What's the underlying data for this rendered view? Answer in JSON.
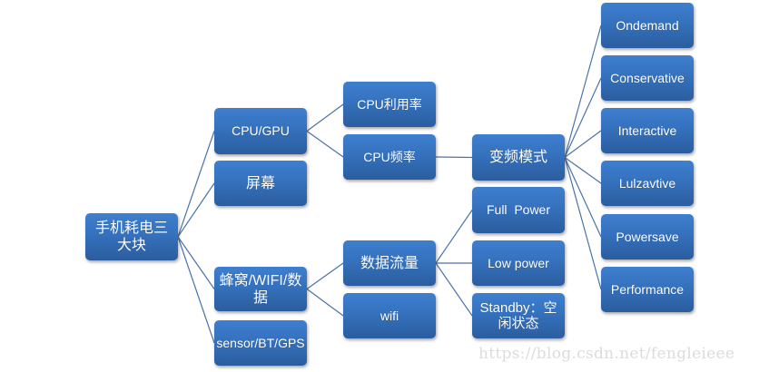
{
  "diagram": {
    "type": "mind-map",
    "root": {
      "id": "root",
      "label": "手机耗电三大块"
    },
    "nodes": [
      {
        "id": "root",
        "label": "手机耗电三大块"
      },
      {
        "id": "cpu_gpu",
        "label": "CPU/GPU"
      },
      {
        "id": "screen",
        "label": "屏幕"
      },
      {
        "id": "cellular",
        "label": "蜂窝/WIFI/数据"
      },
      {
        "id": "sensor",
        "label": "sensor/BT/GPS"
      },
      {
        "id": "cpu_usage",
        "label": "CPU利用率"
      },
      {
        "id": "cpu_freq",
        "label": "CPU频率"
      },
      {
        "id": "data_traffic",
        "label": "数据流量"
      },
      {
        "id": "wifi",
        "label": "wifi"
      },
      {
        "id": "freq_mode",
        "label": "变频模式"
      },
      {
        "id": "full_power",
        "label": "Full  Power"
      },
      {
        "id": "low_power",
        "label": "Low power"
      },
      {
        "id": "standby",
        "label": "Standby：空闲状态"
      },
      {
        "id": "ondemand",
        "label": "Ondemand"
      },
      {
        "id": "conservative",
        "label": "Conservative"
      },
      {
        "id": "interactive",
        "label": "Interactive"
      },
      {
        "id": "lulzavtive",
        "label": "Lulzavtive"
      },
      {
        "id": "powersave",
        "label": "Powersave"
      },
      {
        "id": "performance",
        "label": "Performance"
      }
    ],
    "edges": [
      [
        "root",
        "cpu_gpu"
      ],
      [
        "root",
        "screen"
      ],
      [
        "root",
        "cellular"
      ],
      [
        "root",
        "sensor"
      ],
      [
        "cpu_gpu",
        "cpu_usage"
      ],
      [
        "cpu_gpu",
        "cpu_freq"
      ],
      [
        "cpu_freq",
        "freq_mode"
      ],
      [
        "freq_mode",
        "ondemand"
      ],
      [
        "freq_mode",
        "conservative"
      ],
      [
        "freq_mode",
        "interactive"
      ],
      [
        "freq_mode",
        "lulzavtive"
      ],
      [
        "freq_mode",
        "powersave"
      ],
      [
        "freq_mode",
        "performance"
      ],
      [
        "cellular",
        "data_traffic"
      ],
      [
        "cellular",
        "wifi"
      ],
      [
        "data_traffic",
        "full_power"
      ],
      [
        "data_traffic",
        "low_power"
      ],
      [
        "data_traffic",
        "standby"
      ]
    ]
  },
  "colors": {
    "node_top": "#3e7fcf",
    "node_bottom": "#2b5d9e",
    "link": "#4a74a8",
    "text": "#ffffff"
  },
  "watermark": "https://blog.csdn.net/fengleieee"
}
